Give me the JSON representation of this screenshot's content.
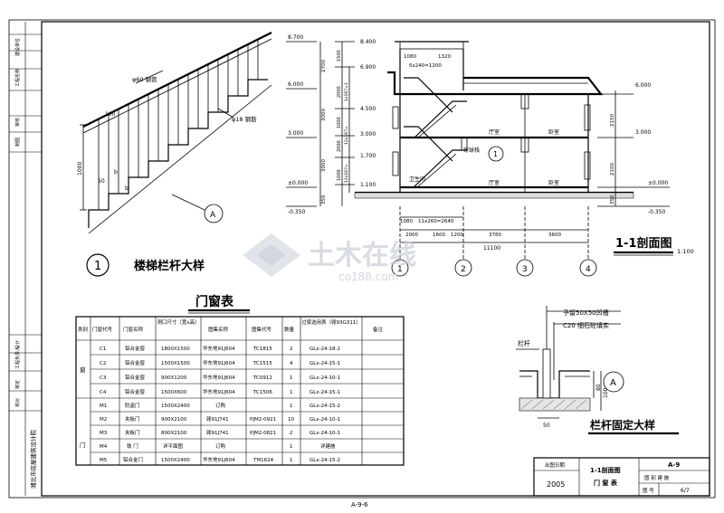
{
  "left_strip": {
    "labels": [
      "建设单位",
      "工程名称",
      "审核",
      "制图",
      "设计",
      "工程负责人",
      "审定",
      "校对"
    ],
    "institute": "湘北市房屋建筑设计院"
  },
  "railing_detail": {
    "title": "楼梯栏杆大样",
    "index": "1",
    "callout": "A",
    "labels": {
      "handrail": "φ60 钢管",
      "baluster": "φ18 钢筋",
      "dim_top": "100",
      "dim_height": "1000",
      "dim_50": "50",
      "dim_b": "b",
      "dim_b2": "b"
    }
  },
  "section": {
    "title": "1-1剖面图",
    "scale": "1:100",
    "elevations_left": [
      "8.700",
      "6.000",
      "3.000",
      "±0.000",
      "-0.350"
    ],
    "elevations_mid": [
      "8.400",
      "6.900",
      "4.500",
      "3.000",
      "1.700",
      "1.100"
    ],
    "elevations_right": [
      "6.000",
      "3.000",
      "±0.000",
      "-0.350"
    ],
    "dims_left": [
      "2700",
      "3000",
      "3000",
      "350"
    ],
    "dims_mid": [
      "1500",
      "2000",
      "1000",
      "2000",
      "1000"
    ],
    "stair_dims": [
      "12x167=",
      "12x167=",
      "1x167=1"
    ],
    "dims_right": [
      "2150",
      "2100",
      "350"
    ],
    "top_dims": [
      "1080",
      "1320",
      "5x240=1200"
    ],
    "room_labels": [
      "厅室",
      "卧室",
      "卫生间",
      "厅室",
      "卧室"
    ],
    "stair_label": "穿球栈",
    "stair_index": "1",
    "bottom_dims_1": [
      "1080",
      "11x260=2640"
    ],
    "bottom_dims_2": [
      "2000",
      "1600",
      "1200",
      "3780",
      "3600"
    ],
    "bottom_total": "11100",
    "axes": [
      "1",
      "2",
      "3",
      "4"
    ]
  },
  "door_window_table": {
    "title": "门窗表",
    "headers": [
      "类别",
      "门窗代号",
      "门窗名称",
      "洞口尺寸（宽x高）",
      "图集名称",
      "图集代号",
      "数量",
      "过梁选用表（赣93G311）",
      "备注"
    ],
    "category_window": "窗",
    "category_door": "门",
    "rows": [
      [
        "C1",
        "铝合金窗",
        "1800X1500",
        "华东地91J604",
        "TC1815",
        "2",
        "GLx-24-18-2",
        ""
      ],
      [
        "C2",
        "铝合金窗",
        "1500X1500",
        "华东地91J604",
        "TC1515",
        "4",
        "GLx-24-15-1",
        ""
      ],
      [
        "C3",
        "铝合金窗",
        "900X1200",
        "华东地91J604",
        "TC0912",
        "1",
        "GLx-24-10-1",
        ""
      ],
      [
        "C4",
        "铝合金窗",
        "1500X600",
        "华东地91J604",
        "TC1506",
        "1",
        "GLx-24-15-1",
        ""
      ],
      [
        "M1",
        "防盗门",
        "1500X2400",
        "订购",
        "",
        "1",
        "GLx-24-15-2",
        ""
      ],
      [
        "M2",
        "夹板门",
        "900X2100",
        "赣91J741",
        "PJM2-0921",
        "10",
        "GLx-24-10-1",
        ""
      ],
      [
        "M3",
        "夹板门",
        "800X2100",
        "赣91J741",
        "PJM2-0821",
        "2",
        "GLx-24-10-1",
        ""
      ],
      [
        "M4",
        "铁 门",
        "详平面图",
        "订购",
        "",
        "1",
        "详建施",
        ""
      ],
      [
        "M5",
        "铝合金门",
        "1500X2400",
        "华东地91J604",
        "TM1624",
        "1",
        "GLx-24-15-2",
        ""
      ]
    ]
  },
  "anchor_detail": {
    "title": "栏杆固定大样",
    "callout": "A",
    "note1": "予留50X50凹槽",
    "note2": "C20 细石砼填实",
    "label_rail": "栏杆",
    "dim_50": "50",
    "dim_80": "80",
    "dim_100": "100"
  },
  "watermark": {
    "text": "土木在线",
    "sub": "co188.com"
  },
  "title_block": {
    "label_date": "出图日期",
    "year": "2005",
    "drawing_name_1": "1-1剖面图",
    "drawing_name_2": "门 窗 表",
    "sheet_no": "A-9",
    "label_type": "图 别 建 施",
    "label_num": "图 号",
    "page": "6/7"
  },
  "footer": {
    "sheet_code": "A-9-6"
  }
}
